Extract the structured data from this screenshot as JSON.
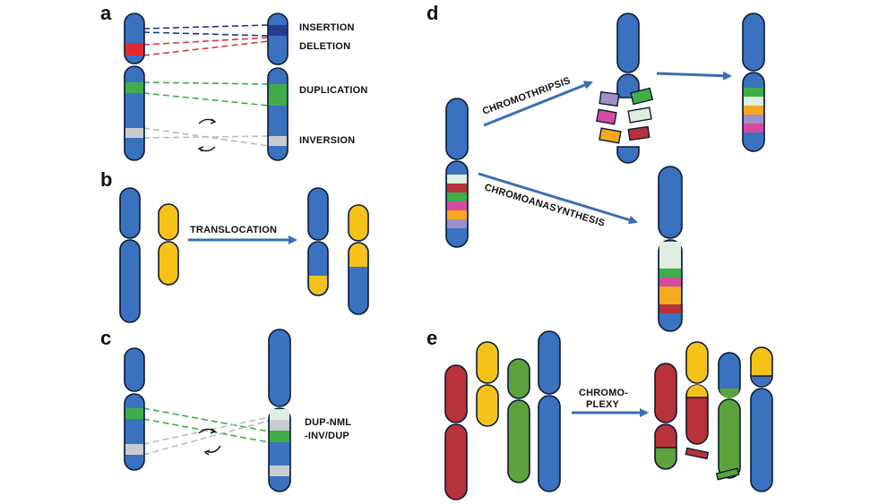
{
  "colors": {
    "blue": "#3a72c0",
    "yellow": "#f6c21a",
    "red": "#b8323a",
    "green": "#5da33d",
    "band_dark_blue": "#243f8f",
    "band_red": "#e42832",
    "band_green": "#3fae49",
    "band_gray": "#c8ccd0",
    "band_pale": "#dfeee0",
    "band_pink": "#d64ba0",
    "band_orange": "#f5a91f",
    "band_purple": "#9e8fc8",
    "arrow": "#3a6db5",
    "line_blue": "#23358f",
    "line_red": "#e0343c",
    "line_green": "#3fae49",
    "line_gray": "#b9bcc0"
  },
  "panels": {
    "a": {
      "letter": "a",
      "labels": {
        "insertion": "INSERTION",
        "deletion": "DELETION",
        "duplication": "DUPLICATION",
        "inversion": "INVERSION"
      }
    },
    "b": {
      "letter": "b",
      "arrow_label": "TRANSLOCATION"
    },
    "c": {
      "letter": "c",
      "label_line1": "DUP-NML",
      "label_line2": "-INV/DUP"
    },
    "d": {
      "letter": "d",
      "arrow_label_top": "CHROMOTHRIPSIS",
      "arrow_label_bottom": "CHROMOANASYNTHESIS"
    },
    "e": {
      "letter": "e",
      "label_line1": "CHROMO-",
      "label_line2": "PLEXY"
    }
  }
}
